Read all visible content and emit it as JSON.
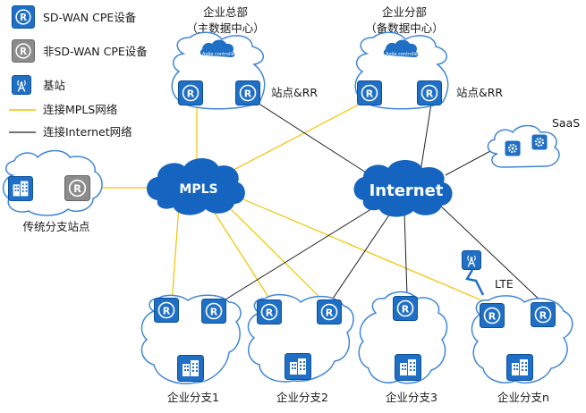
{
  "legend": {
    "sdwan_cpe": "SD-WAN CPE设备",
    "non_sdwan_cpe": "非SD-WAN CPE设备",
    "base_station": "基站",
    "mpls_link": "连接MPLS网络",
    "internet_link": "连接Internet网络"
  },
  "sites": {
    "hq_line1": "企业总部",
    "hq_line2": "（主数据中心）",
    "branch_hq_line1": "企业分部",
    "branch_hq_line2": "（备数据中心）",
    "site_rr_left": "站点&RR",
    "site_rr_right": "站点&RR",
    "controller_left": "Agile controller",
    "controller_right": "Agile controller",
    "saas": "SaaS",
    "traditional_branch": "传统分支站点",
    "branch1": "企业分支1",
    "branch2": "企业分支2",
    "branch3": "企业分支3",
    "branchn": "企业分支n",
    "lte": "LTE"
  },
  "networks": {
    "mpls": "MPLS",
    "internet": "Internet"
  },
  "colors": {
    "mpls_line": "#f2c200",
    "internet_line": "#222222",
    "device_blue": "#1f6fc5",
    "device_gray": "#8c8c8c",
    "cloud_blue": "#1565c0",
    "outline_blue": "#3f86d6"
  }
}
